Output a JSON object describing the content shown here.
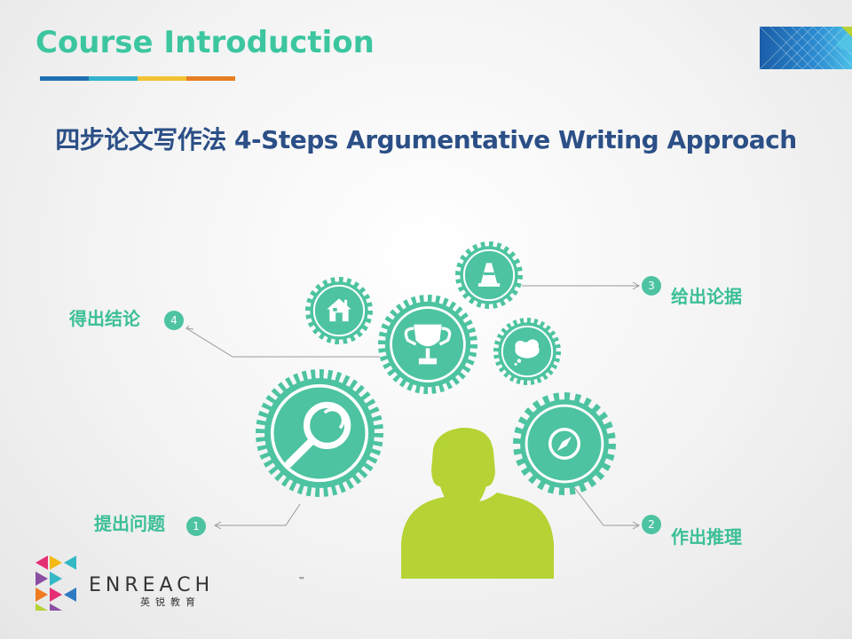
{
  "header": {
    "title": "Course Introduction",
    "bar_colors": [
      "#1f6fb3",
      "#33b3cf",
      "#f1c232",
      "#e67e22"
    ]
  },
  "subtitle": "四步论文写作法 4-Steps Argumentative Writing Approach",
  "steps": [
    {
      "num": "1",
      "label": "提出问题"
    },
    {
      "num": "2",
      "label": "作出推理"
    },
    {
      "num": "3",
      "label": "给出论据"
    },
    {
      "num": "4",
      "label": "得出结论"
    }
  ],
  "gears": [
    {
      "name": "magnifier-gear",
      "icon": "magnifier-icon"
    },
    {
      "name": "trophy-gear",
      "icon": "trophy-icon"
    },
    {
      "name": "house-gear",
      "icon": "house-icon"
    },
    {
      "name": "cone-gear",
      "icon": "traffic-cone-icon"
    },
    {
      "name": "thought-cloud-gear",
      "icon": "thought-cloud-icon"
    },
    {
      "name": "compass-gear",
      "icon": "compass-icon"
    }
  ],
  "brand": {
    "name": "ENREACH",
    "tm": "™",
    "chinese": "英锐教育"
  },
  "colors": {
    "title": "#3cc6a0",
    "subtitle": "#2b4f86",
    "gear": "#4dc3a1",
    "person": "#b5d334",
    "label": "#3bbf98",
    "num_circle": "#4dc3a1",
    "connector": "#999999"
  }
}
